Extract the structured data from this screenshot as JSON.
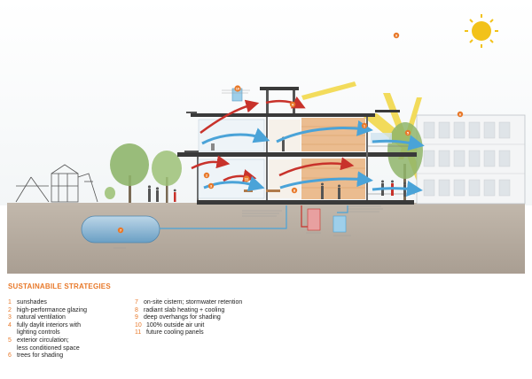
{
  "legend": {
    "title": "SUSTAINABILE STRATEGIES",
    "items": [
      {
        "num": "1",
        "text": "sunshades"
      },
      {
        "num": "2",
        "text": "high-performance glazing"
      },
      {
        "num": "3",
        "text": "natural ventilation"
      },
      {
        "num": "4",
        "text": "fully daylit interiors with",
        "cont": "lighting controls"
      },
      {
        "num": "5",
        "text": "exterior circulation;",
        "cont": "less conditioned space"
      },
      {
        "num": "6",
        "text": "trees for shading"
      },
      {
        "num": "7",
        "text": "on-site cistern; stormwater retention"
      },
      {
        "num": "8",
        "text": "radiant slab heating + cooling"
      },
      {
        "num": "9",
        "text": "deep overhangs for shading"
      },
      {
        "num": "10",
        "text": "100% outside air unit"
      },
      {
        "num": "11",
        "text": "future cooling panels"
      }
    ]
  },
  "callouts": {
    "c1": "1",
    "c2": "2",
    "c3": "3",
    "c4": "4",
    "c5": "5",
    "c6": "6",
    "c7": "7",
    "c8": "8",
    "c9": "9",
    "c10": "10",
    "c11": "11"
  },
  "colors": {
    "accent": "#e8792a",
    "sky": "#ffffff",
    "ground": "#b8aea2",
    "warm_air": "#c8322b",
    "cool_air": "#4aa3d8",
    "sun": "#f2c21a",
    "wood": "#e9b27c",
    "tree": "#8fb56b"
  }
}
